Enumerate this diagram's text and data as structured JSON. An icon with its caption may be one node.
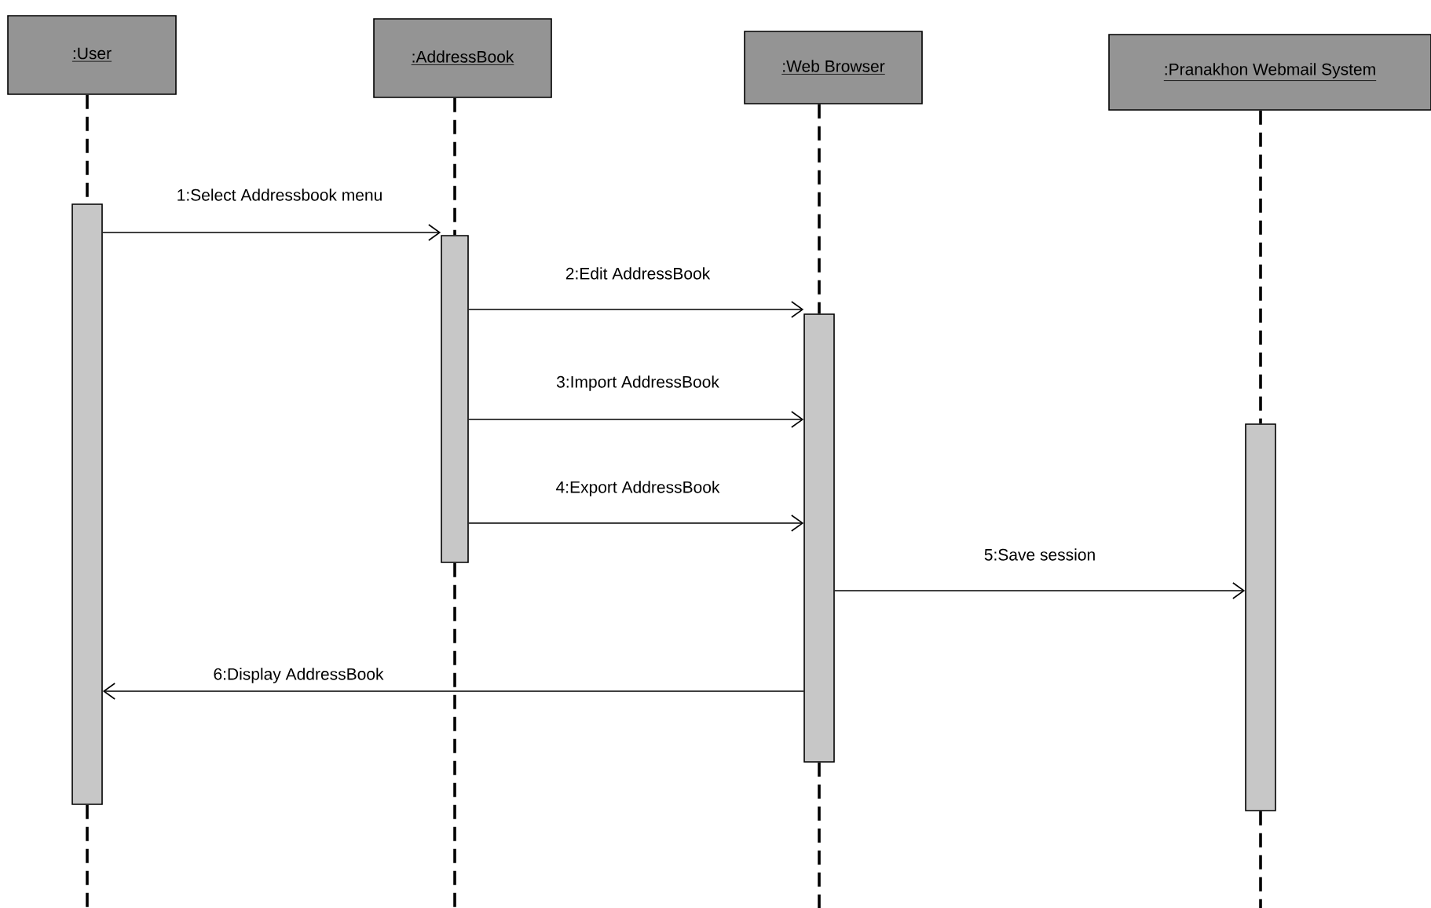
{
  "diagram": {
    "nodes": [
      {
        "text": [
          ":User"
        ]
      },
      {
        "text": [
          ":AddressBook"
        ]
      },
      {
        "text": [
          ":Web Browser"
        ]
      },
      {
        "text": [
          ":Pranakhon Webmail System"
        ]
      },
      {
        "text": [],
        "shape": "bar"
      },
      {
        "text": [],
        "shape": "bar"
      },
      {
        "text": [],
        "shape": "bar"
      },
      {
        "text": [],
        "shape": "bar"
      }
    ],
    "edges": [
      {
        "from": 0,
        "to": 4,
        "arrow": "none",
        "style": "dashed"
      },
      {
        "from": 1,
        "to": 5,
        "arrow": "none",
        "style": "dashed"
      },
      {
        "from": 2,
        "to": 6,
        "arrow": "none",
        "style": "dashed"
      },
      {
        "from": 3,
        "to": 7,
        "arrow": "none",
        "style": "dashed"
      },
      {
        "from": 4,
        "to": null,
        "arrow": "none",
        "style": "dashed"
      },
      {
        "from": 5,
        "to": null,
        "arrow": "none",
        "style": "dashed"
      },
      {
        "from": 6,
        "to": null,
        "arrow": "none",
        "style": "dashed"
      },
      {
        "from": 7,
        "to": null,
        "arrow": "none",
        "style": "dashed"
      },
      {
        "from": 4,
        "to": 5,
        "arrow": "to",
        "label": "1:Select Addressbook menu"
      },
      {
        "from": 5,
        "to": 6,
        "arrow": "to",
        "label": "2:Edit AddressBook"
      },
      {
        "from": 5,
        "to": 6,
        "arrow": "to",
        "label": "3:Import AddressBook"
      },
      {
        "from": 5,
        "to": 6,
        "arrow": "to",
        "label": "4:Export AddressBook"
      },
      {
        "from": 6,
        "to": 7,
        "arrow": "to",
        "label": "5:Save session"
      },
      {
        "from": 6,
        "to": 4,
        "arrow": "to",
        "label": "6:Display AddressBook"
      }
    ]
  }
}
